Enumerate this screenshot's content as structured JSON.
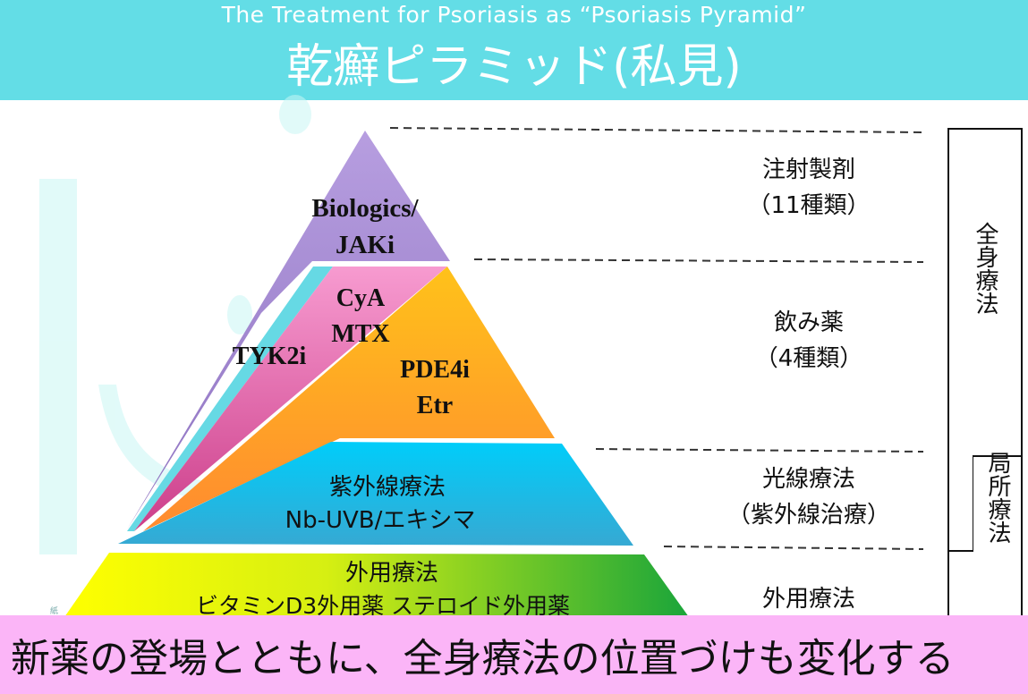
{
  "header": {
    "subtitle": "The Treatment for Psoriasis as “Psoriasis Pyramid”",
    "title": "乾癬ピラミッド(私見)"
  },
  "pyramid": {
    "top": {
      "line1": "Biologics/",
      "line2": "JAKi"
    },
    "tyk2": "TYK2i",
    "cya": {
      "line1": "CyA",
      "line2": "MTX"
    },
    "pde4": {
      "line1": "PDE4i",
      "line2": "Etr"
    },
    "photo": {
      "line1": "紫外線療法",
      "line2": "Nb-UVB/エキシマ"
    },
    "topical": {
      "line1": "外用療法",
      "line2": "ビタミンD3外用薬  ステロイド外用薬"
    }
  },
  "right_labels": {
    "injection": {
      "line1": "注射製剤",
      "line2": "（11種類）"
    },
    "oral": {
      "line1": "飲み薬",
      "line2": "（4種類）"
    },
    "phototherapy": {
      "line1": "光線療法",
      "line2": "（紫外線治療）"
    },
    "topical": "外用療法"
  },
  "bracket_labels": {
    "systemic": "全身療法",
    "local": "局所療法"
  },
  "colors": {
    "header_bg": "#63dde6",
    "footer_bg": "#fbb5f7",
    "biologics": "#a58fcf",
    "tyk2": "#66d9e4",
    "cya": "#e975b8",
    "pde4": "#ffa62a",
    "phototherapy": "#1cc3ee",
    "topical_start": "#ffff00",
    "topical_end": "#1aa53a"
  },
  "watermark": "紙",
  "footer": {
    "text": "新薬の登場とともに、全身療法の位置づけも変化する"
  }
}
